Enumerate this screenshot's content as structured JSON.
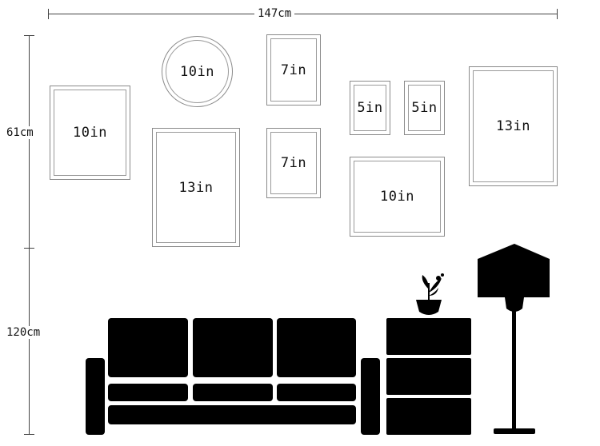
{
  "dimensions": {
    "width_label": "147cm",
    "upper_height_label": "61cm",
    "lower_height_label": "120cm"
  },
  "frames": [
    {
      "id": "frame-1",
      "label": "10in",
      "shape": "rect"
    },
    {
      "id": "frame-2",
      "label": "10in",
      "shape": "circle"
    },
    {
      "id": "frame-3",
      "label": "13in",
      "shape": "rect"
    },
    {
      "id": "frame-4",
      "label": "7in",
      "shape": "rect"
    },
    {
      "id": "frame-5",
      "label": "7in",
      "shape": "rect"
    },
    {
      "id": "frame-6",
      "label": "5in",
      "shape": "rect"
    },
    {
      "id": "frame-7",
      "label": "5in",
      "shape": "rect"
    },
    {
      "id": "frame-8",
      "label": "10in",
      "shape": "rect"
    },
    {
      "id": "frame-9",
      "label": "13in",
      "shape": "rect"
    }
  ],
  "colors": {
    "furniture": "#000000",
    "frame_border": "#8a8a8a",
    "dimension_line": "#444444"
  },
  "icons": [
    "sofa-icon",
    "cabinet-icon",
    "plant-icon",
    "floor-lamp-icon"
  ]
}
